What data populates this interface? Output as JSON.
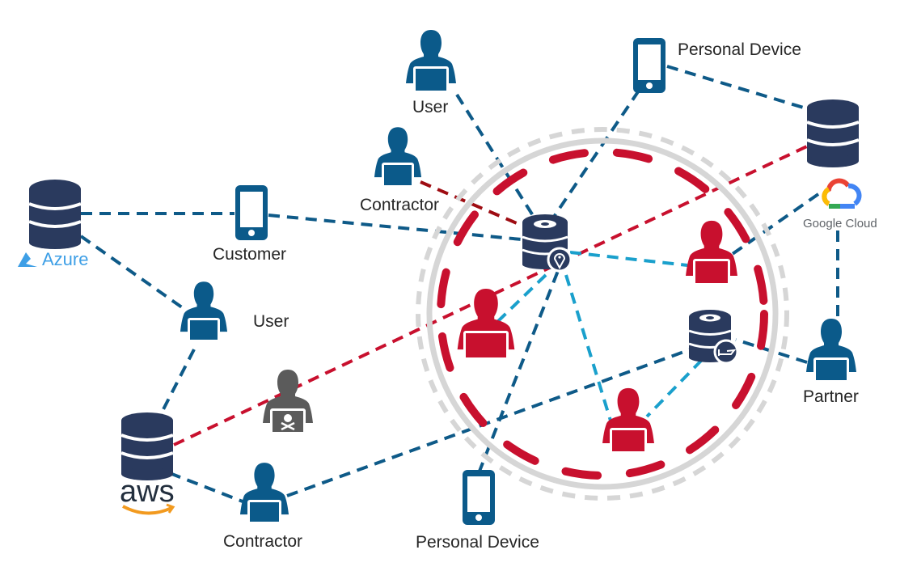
{
  "diagram": {
    "title": "",
    "colors": {
      "user_blue": "#0b5a8a",
      "threat_red": "#c8102e",
      "database_navy": "#2a3a5e",
      "link_blue": "#0e5a88",
      "link_light_blue": "#1aa0cc",
      "link_red": "#c8102e",
      "link_dark_red": "#9e0c12",
      "perimeter_gray": "#d6d6d6",
      "hacker_gray": "#5b5b5b",
      "label_text": "#262626"
    },
    "labels": {
      "user_top": "User",
      "contractor_top": "Contractor",
      "personal_device_top": "Personal Device",
      "customer": "Customer",
      "user_left": "User",
      "partner": "Partner",
      "contractor_bottom": "Contractor",
      "personal_device_bottom": "Personal Device",
      "azure": "Azure",
      "aws": "aws",
      "google_cloud": "Google Cloud"
    },
    "nodes": [
      {
        "id": "azure-db",
        "type": "database",
        "provider": "Azure"
      },
      {
        "id": "aws-db",
        "type": "database",
        "provider": "aws"
      },
      {
        "id": "gcloud-db",
        "type": "database",
        "provider": "Google Cloud"
      },
      {
        "id": "customer-phone",
        "type": "mobile-device",
        "label": "Customer"
      },
      {
        "id": "user-left",
        "type": "user",
        "label": "User"
      },
      {
        "id": "hacker",
        "type": "malicious-user"
      },
      {
        "id": "contractor-bottom",
        "type": "user",
        "label": "Contractor"
      },
      {
        "id": "user-top",
        "type": "user",
        "label": "User"
      },
      {
        "id": "contractor-top",
        "type": "user",
        "label": "Contractor"
      },
      {
        "id": "phone-top",
        "type": "mobile-device",
        "label": "Personal Device"
      },
      {
        "id": "phone-bottom",
        "type": "mobile-device",
        "label": "Personal Device"
      },
      {
        "id": "partner",
        "type": "user",
        "label": "Partner"
      },
      {
        "id": "hub-server",
        "type": "server-location",
        "zone": "perimeter"
      },
      {
        "id": "shared-server",
        "type": "server-shared",
        "zone": "perimeter"
      },
      {
        "id": "insider-1",
        "type": "insider-user",
        "zone": "perimeter"
      },
      {
        "id": "insider-2",
        "type": "insider-user",
        "zone": "perimeter"
      },
      {
        "id": "insider-3",
        "type": "insider-user",
        "zone": "perimeter"
      }
    ],
    "links": [
      {
        "from": "azure-db",
        "to": "customer-phone",
        "style": "blue"
      },
      {
        "from": "azure-db",
        "to": "user-left",
        "style": "blue"
      },
      {
        "from": "customer-phone",
        "to": "hub-server",
        "style": "blue"
      },
      {
        "from": "user-left",
        "to": "aws-db",
        "style": "blue"
      },
      {
        "from": "aws-db",
        "to": "contractor-bottom",
        "style": "blue"
      },
      {
        "from": "aws-db",
        "to": "gcloud-db",
        "style": "red",
        "via": "hacker"
      },
      {
        "from": "contractor-bottom",
        "to": "shared-server",
        "style": "blue"
      },
      {
        "from": "user-top",
        "to": "hub-server",
        "style": "blue"
      },
      {
        "from": "contractor-top",
        "to": "hub-server",
        "style": "dark-red"
      },
      {
        "from": "phone-top",
        "to": "hub-server",
        "style": "blue"
      },
      {
        "from": "phone-top",
        "to": "gcloud-db",
        "style": "blue"
      },
      {
        "from": "phone-bottom",
        "to": "hub-server",
        "style": "blue"
      },
      {
        "from": "gcloud-db",
        "to": "insider-2",
        "style": "blue"
      },
      {
        "from": "gcloud-db",
        "to": "partner",
        "style": "blue"
      },
      {
        "from": "partner",
        "to": "shared-server",
        "style": "blue"
      },
      {
        "from": "hub-server",
        "to": "insider-1",
        "style": "light-blue"
      },
      {
        "from": "hub-server",
        "to": "insider-2",
        "style": "light-blue"
      },
      {
        "from": "hub-server",
        "to": "insider-3",
        "style": "light-blue"
      },
      {
        "from": "shared-server",
        "to": "insider-3",
        "style": "light-blue"
      }
    ]
  }
}
